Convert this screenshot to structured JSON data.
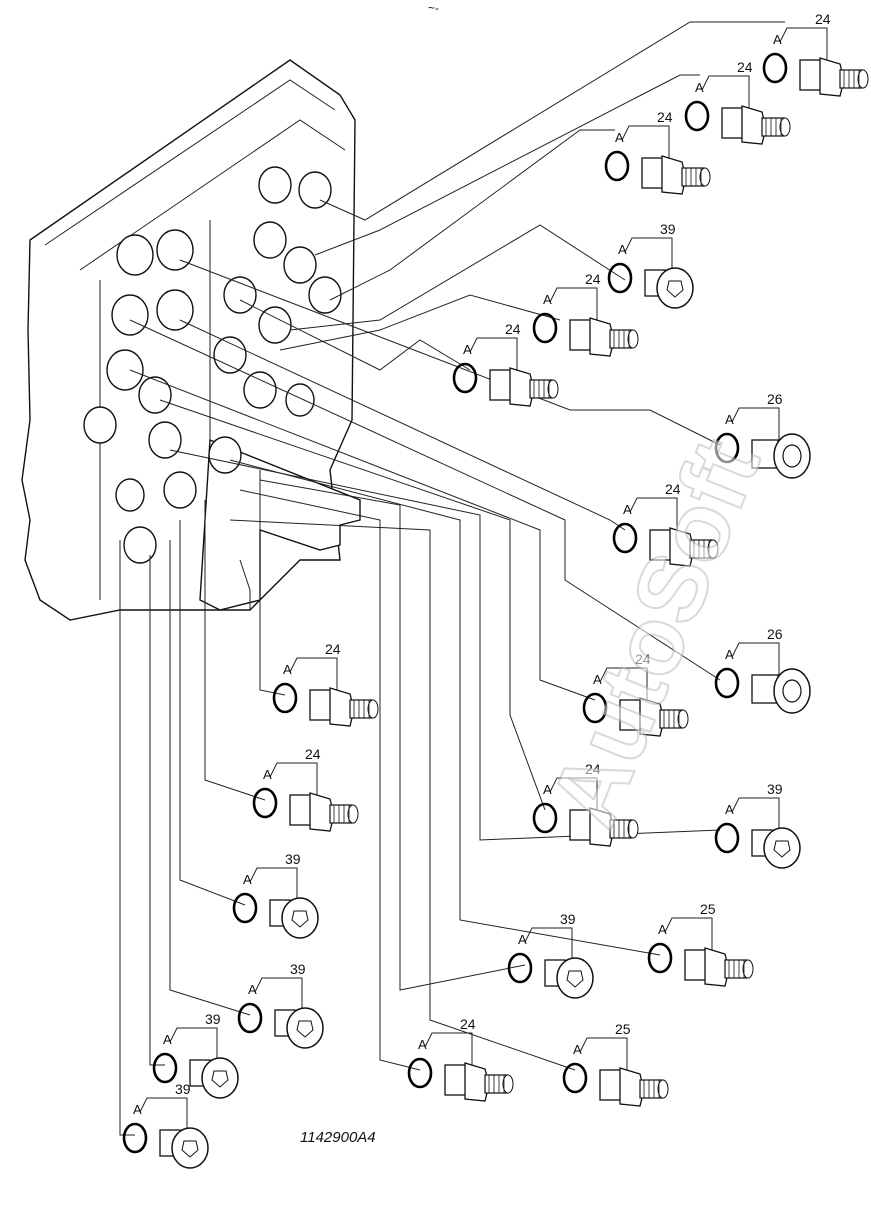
{
  "diagram": {
    "watermark": "AutoSoft",
    "drawing_number": "1142900A4",
    "top_mark": "~-",
    "oring_label": "A",
    "callouts": [
      {
        "ref": "24",
        "kind": "fitting"
      },
      {
        "ref": "24",
        "kind": "fitting"
      },
      {
        "ref": "24",
        "kind": "fitting"
      },
      {
        "ref": "39",
        "kind": "plug"
      },
      {
        "ref": "24",
        "kind": "fitting"
      },
      {
        "ref": "24",
        "kind": "fitting"
      },
      {
        "ref": "26",
        "kind": "adapter"
      },
      {
        "ref": "24",
        "kind": "fitting"
      },
      {
        "ref": "26",
        "kind": "adapter"
      },
      {
        "ref": "24",
        "kind": "fitting"
      },
      {
        "ref": "24",
        "kind": "fitting"
      },
      {
        "ref": "24",
        "kind": "fitting"
      },
      {
        "ref": "39",
        "kind": "plug"
      },
      {
        "ref": "24",
        "kind": "fitting"
      },
      {
        "ref": "39",
        "kind": "plug"
      },
      {
        "ref": "25",
        "kind": "fitting"
      },
      {
        "ref": "39",
        "kind": "plug"
      },
      {
        "ref": "39",
        "kind": "plug"
      },
      {
        "ref": "39",
        "kind": "plug"
      },
      {
        "ref": "24",
        "kind": "fitting"
      },
      {
        "ref": "25",
        "kind": "fitting"
      },
      {
        "ref": "39",
        "kind": "plug"
      }
    ]
  }
}
